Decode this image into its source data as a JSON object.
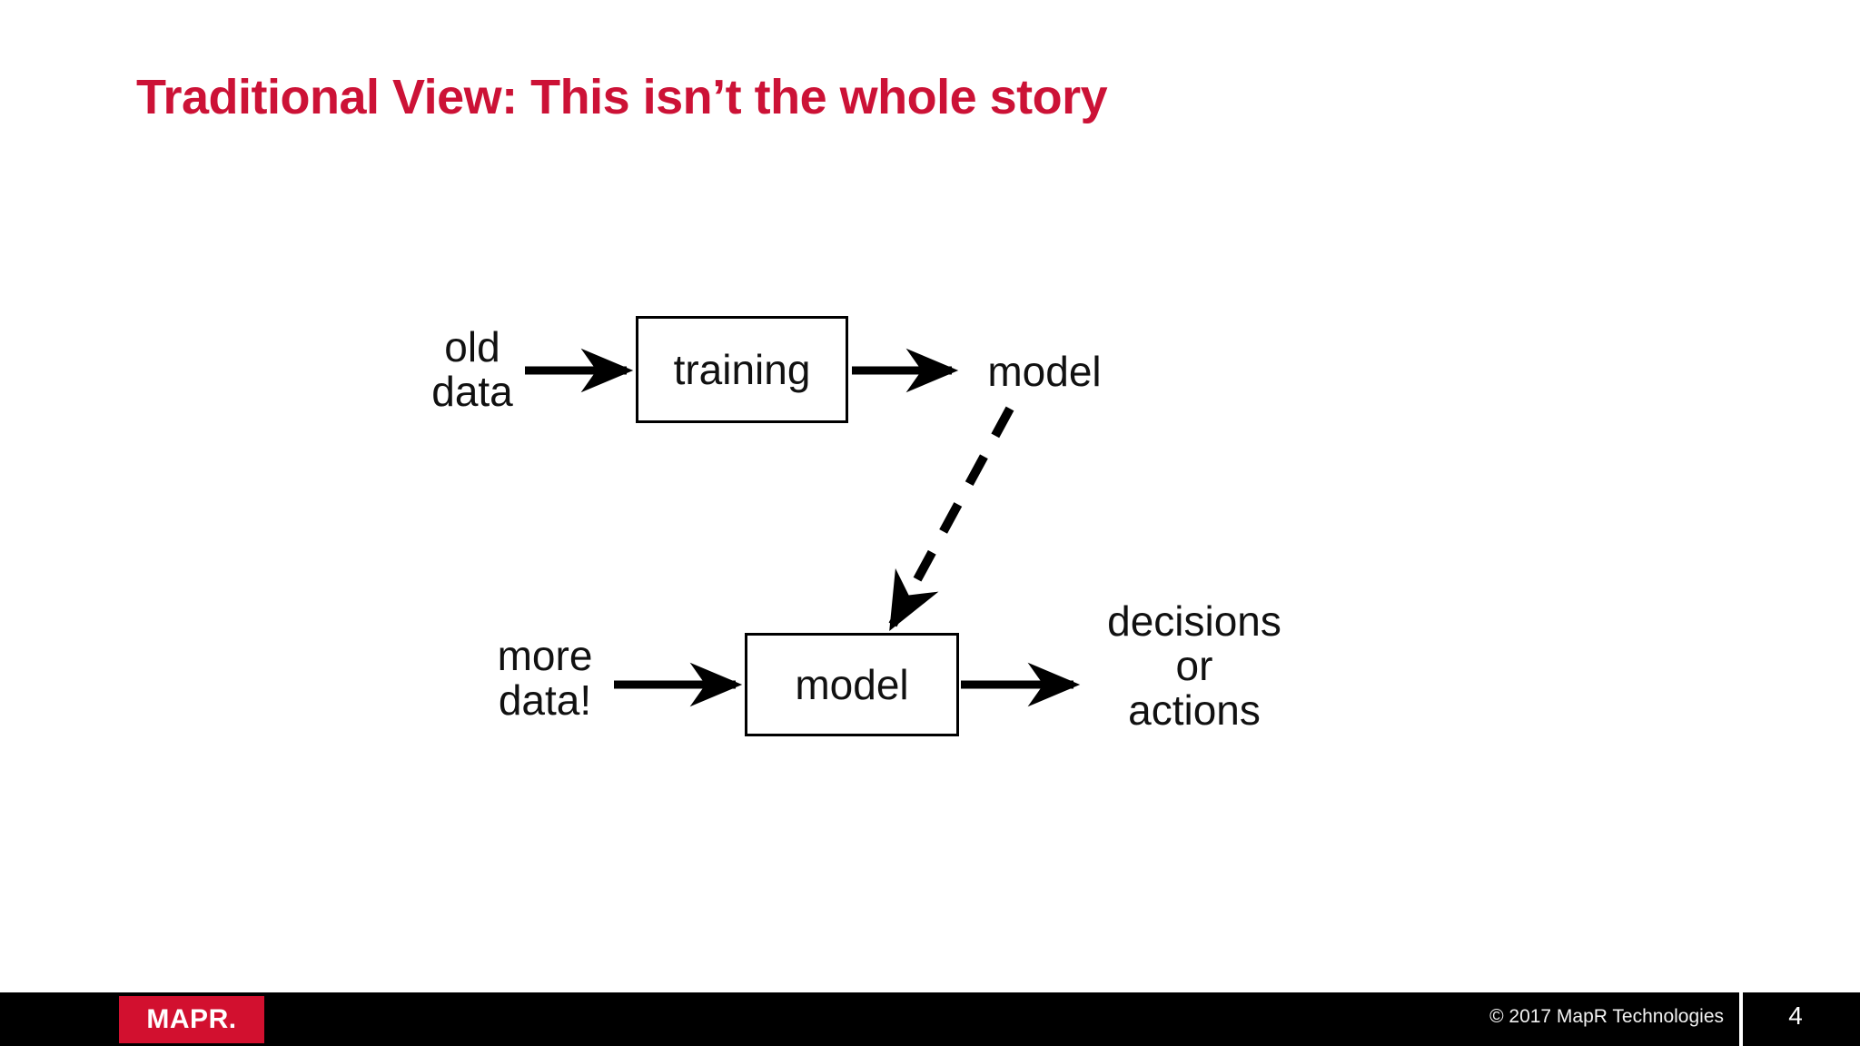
{
  "slide": {
    "title": "Traditional View: This isn’t the whole story",
    "title_color": "#CC1236",
    "background_color": "#FFFFFF"
  },
  "diagram": {
    "type": "flowchart",
    "nodes": [
      {
        "id": "old-data",
        "label": "old\ndata",
        "shape": "text",
        "row": "top"
      },
      {
        "id": "training",
        "label": "training",
        "shape": "box",
        "row": "top"
      },
      {
        "id": "model-top",
        "label": "model",
        "shape": "text",
        "row": "top"
      },
      {
        "id": "more-data",
        "label": "more\ndata!",
        "shape": "text",
        "row": "bottom"
      },
      {
        "id": "model-box",
        "label": "model",
        "shape": "box",
        "row": "bottom"
      },
      {
        "id": "decisions",
        "label": "decisions\nor\nactions",
        "shape": "text",
        "row": "bottom"
      }
    ],
    "edges": [
      {
        "from": "old-data",
        "to": "training",
        "style": "solid",
        "direction": "right"
      },
      {
        "from": "training",
        "to": "model-top",
        "style": "solid",
        "direction": "right"
      },
      {
        "from": "model-top",
        "to": "model-box",
        "style": "dashed",
        "direction": "down-left"
      },
      {
        "from": "more-data",
        "to": "model-box",
        "style": "solid",
        "direction": "right"
      },
      {
        "from": "model-box",
        "to": "decisions",
        "style": "solid",
        "direction": "right"
      }
    ],
    "stroke_color": "#000000"
  },
  "footer": {
    "logo_text": "MAPR.",
    "logo_background": "#D2102F",
    "copyright": "© 2017 MapR Technologies",
    "page_number": "4",
    "background": "#000000"
  }
}
